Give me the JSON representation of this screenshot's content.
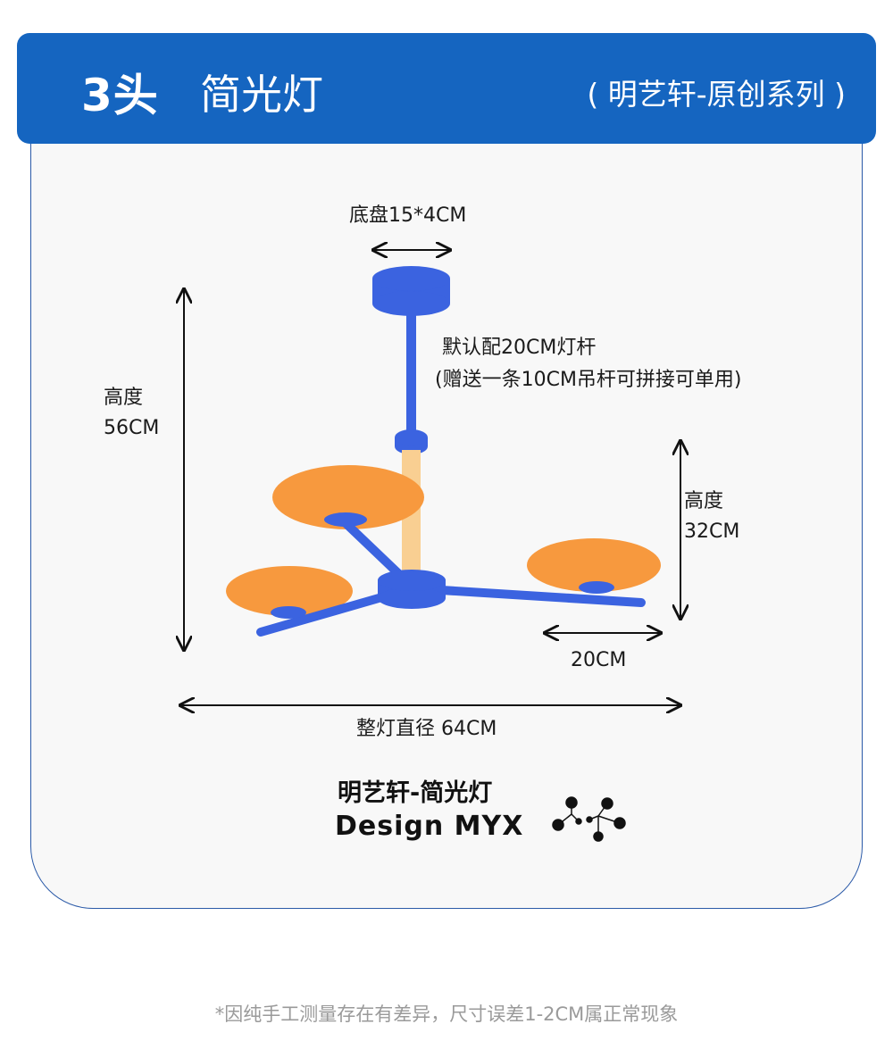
{
  "header": {
    "count": "3头",
    "product_name": "简光灯",
    "series": "( 明艺轩-原创系列 )"
  },
  "dimensions": {
    "base": "底盘15*4CM",
    "rod_line1": "默认配20CM灯杆",
    "rod_line2": "(赠送一条10CM吊杆可拼接可单用)",
    "total_height_label": "高度",
    "total_height_value": "56CM",
    "body_height_label": "高度",
    "body_height_value": "32CM",
    "shade_width": "20CM",
    "diameter": "整灯直径 64CM"
  },
  "brand": {
    "cn": "明艺轩-简光灯",
    "en": "Design MYX"
  },
  "footnote": "*因纯手工测量存在有差异，尺寸误差1-2CM属正常现象",
  "colors": {
    "header_blue": "#1565c0",
    "metal_blue": "#3b63e0",
    "shade_orange": "#f7993e",
    "wood": "#f9cf92"
  },
  "icons": [
    "double-arrow-icon",
    "molecule-logo-icon"
  ]
}
